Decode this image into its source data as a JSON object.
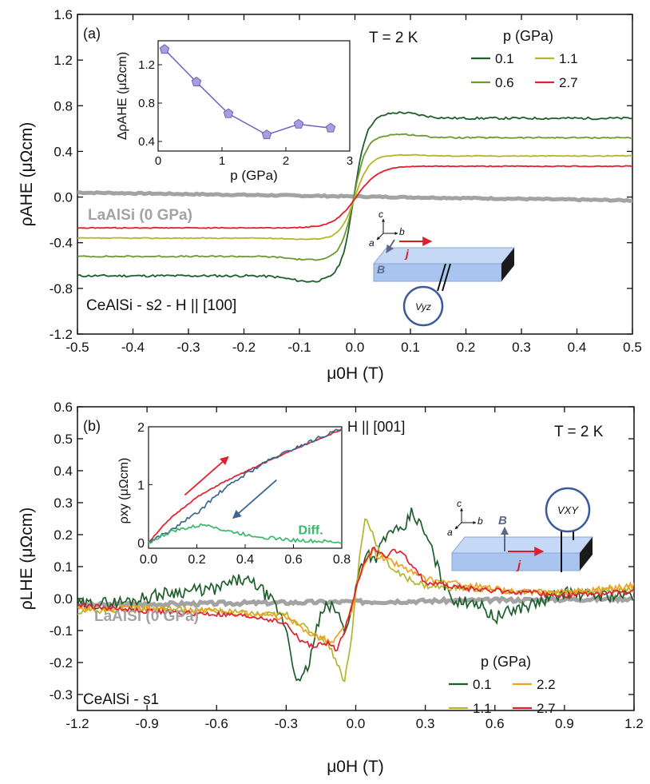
{
  "chart_data": [
    {
      "type": "line",
      "panel_label": "(a)",
      "xlabel": "μ0H (T)",
      "ylabel": "ρAHE (μΩcm)",
      "xlim": [
        -0.5,
        0.5
      ],
      "ylim": [
        -1.2,
        1.6
      ],
      "xticks": [
        "-0.5",
        "-0.4",
        "-0.3",
        "-0.2",
        "-0.1",
        "0.0",
        "0.1",
        "0.2",
        "0.3",
        "0.4",
        "0.5"
      ],
      "yticks": [
        "-1.2",
        "-0.8",
        "-0.4",
        "0.0",
        "0.4",
        "0.8",
        "1.2",
        "1.6"
      ],
      "temperature": "T = 2 K",
      "legend_title": "p (GPa)",
      "legend_position": "top-right",
      "reference_label": "LaAlSi (0 GPa)",
      "sample_label": "CeAlSi - s2 - H || [100]",
      "colors": {
        "p0.1": "#1e5e2b",
        "p0.6": "#6c9a2e",
        "p1.1": "#b5b52a",
        "p2.7": "#e0202f",
        "ref": "#a3a3a3"
      },
      "series": [
        {
          "name": "0.1",
          "color": "#1e5e2b",
          "plateau": 0.69,
          "edge": 0.72,
          "width": 0.022,
          "offset": -0.002,
          "overshoot": 0.05,
          "noise": 0.02
        },
        {
          "name": "0.6",
          "color": "#6c9a2e",
          "plateau": 0.52,
          "edge": 0.55,
          "width": 0.022,
          "offset": -0.002,
          "overshoot": 0.03,
          "noise": 0.012
        },
        {
          "name": "1.1",
          "color": "#b5b52a",
          "plateau": 0.36,
          "edge": 0.36,
          "width": 0.026,
          "offset": 0.0,
          "overshoot": 0.01,
          "noise": 0.008
        },
        {
          "name": "2.7",
          "color": "#e0202f",
          "plateau": 0.27,
          "edge": 0.27,
          "width": 0.04,
          "offset": 0.002,
          "overshoot": 0.0,
          "noise": 0.008
        },
        {
          "name": "LaAlSi (0 GPa)",
          "color": "#a3a3a3",
          "x": [
            -0.5,
            0.5
          ],
          "y": [
            0.04,
            -0.03
          ]
        }
      ],
      "inset": {
        "xlabel": "p (GPa)",
        "ylabel": "ΔρAHE (μΩcm)",
        "xlim": [
          0,
          3
        ],
        "ylim": [
          0.3,
          1.45
        ],
        "xticks": [
          "0",
          "1",
          "2",
          "3"
        ],
        "yticks": [
          "0.4",
          "0.8",
          "1.2"
        ],
        "color": "#7060c0",
        "marker_fill": "#a79fdc",
        "x": [
          0.1,
          0.6,
          1.1,
          1.7,
          2.2,
          2.7
        ],
        "y": [
          1.36,
          1.02,
          0.69,
          0.47,
          0.58,
          0.54
        ]
      },
      "schematic": {
        "axis_c": "c",
        "axis_b": "b",
        "axis_a": "a",
        "vector_j": "j",
        "vector_b": "B",
        "meter": "Vyz"
      }
    },
    {
      "type": "line",
      "panel_label": "(b)",
      "xlabel": "μ0H (T)",
      "ylabel": "ρLHE (μΩcm)",
      "xlim": [
        -1.2,
        1.2
      ],
      "ylim": [
        -0.35,
        0.6
      ],
      "xticks": [
        "-1.2",
        "-0.9",
        "-0.6",
        "-0.3",
        "0.0",
        "0.3",
        "0.6",
        "0.9",
        "1.2"
      ],
      "yticks": [
        "-0.3",
        "-0.2",
        "-0.1",
        "0.0",
        "0.1",
        "0.2",
        "0.3",
        "0.4",
        "0.5",
        "0.6"
      ],
      "temperature": "T = 2 K",
      "field_direction": "H || [001]",
      "legend_title": "p (GPa)",
      "legend_position": "bottom-right",
      "reference_label": "LaAlSi (0 GPa)",
      "sample_label": "CeAlSi - s1",
      "series": [
        {
          "name": "0.1",
          "color": "#1e5e2b",
          "x": [
            -1.2,
            -1.0,
            -0.8,
            -0.6,
            -0.5,
            -0.42,
            -0.35,
            -0.3,
            -0.27,
            -0.24,
            -0.2,
            -0.16,
            -0.12,
            -0.08,
            -0.05,
            -0.02,
            0.0,
            0.02,
            0.05,
            0.08,
            0.12,
            0.16,
            0.2,
            0.24,
            0.27,
            0.3,
            0.33,
            0.36,
            0.4,
            0.45,
            0.5,
            0.6,
            0.7,
            0.8,
            0.9,
            1.0,
            1.1,
            1.2
          ],
          "y": [
            -0.02,
            -0.01,
            0.02,
            0.03,
            0.06,
            0.04,
            -0.02,
            -0.09,
            -0.21,
            -0.27,
            -0.2,
            -0.07,
            -0.02,
            -0.04,
            -0.1,
            -0.04,
            0.03,
            0.1,
            0.15,
            0.12,
            0.18,
            0.22,
            0.2,
            0.27,
            0.24,
            0.2,
            0.15,
            0.08,
            0.02,
            -0.02,
            0.0,
            -0.06,
            -0.03,
            -0.01,
            0.02,
            0.01,
            0.01,
            0.01
          ],
          "noise": 0.02
        },
        {
          "name": "1.1",
          "color": "#b5b52a",
          "x": [
            -1.2,
            -0.9,
            -0.6,
            -0.4,
            -0.3,
            -0.2,
            -0.12,
            -0.08,
            -0.05,
            -0.02,
            0.0,
            0.02,
            0.04,
            0.06,
            0.1,
            0.15,
            0.2,
            0.3,
            0.5,
            0.7,
            0.9,
            1.2
          ],
          "y": [
            -0.04,
            -0.03,
            -0.04,
            -0.05,
            -0.05,
            -0.1,
            -0.14,
            -0.2,
            -0.26,
            -0.14,
            0.02,
            0.15,
            0.25,
            0.23,
            0.15,
            0.1,
            0.07,
            0.04,
            0.03,
            0.02,
            0.02,
            0.03
          ],
          "noise": 0.01
        },
        {
          "name": "2.2",
          "color": "#f0a020",
          "x": [
            -1.2,
            -0.9,
            -0.6,
            -0.4,
            -0.3,
            -0.22,
            -0.15,
            -0.1,
            -0.06,
            -0.02,
            0.0,
            0.02,
            0.05,
            0.08,
            0.1,
            0.14,
            0.2,
            0.3,
            0.5,
            0.7,
            0.9,
            1.2
          ],
          "y": [
            -0.03,
            -0.03,
            -0.04,
            -0.05,
            -0.06,
            -0.1,
            -0.12,
            -0.14,
            -0.1,
            -0.05,
            0.02,
            0.07,
            0.13,
            0.15,
            0.13,
            0.12,
            0.1,
            0.06,
            0.04,
            0.02,
            0.02,
            0.04
          ],
          "noise": 0.01
        },
        {
          "name": "2.7",
          "color": "#e0202f",
          "x": [
            -1.2,
            -0.9,
            -0.6,
            -0.4,
            -0.3,
            -0.24,
            -0.18,
            -0.12,
            -0.08,
            -0.04,
            -0.02,
            0.0,
            0.02,
            0.05,
            0.08,
            0.12,
            0.16,
            0.2,
            0.25,
            0.3,
            0.5,
            0.7,
            0.9,
            1.2
          ],
          "y": [
            -0.02,
            -0.04,
            -0.05,
            -0.06,
            -0.08,
            -0.13,
            -0.15,
            -0.14,
            -0.16,
            -0.08,
            -0.02,
            0.03,
            0.08,
            0.13,
            0.16,
            0.13,
            0.15,
            0.14,
            0.1,
            0.05,
            0.03,
            0.02,
            0.01,
            0.02
          ],
          "noise": 0.008
        },
        {
          "name": "LaAlSi (0 GPa)",
          "color": "#a3a3a3",
          "x": [
            -1.2,
            1.2
          ],
          "y": [
            -0.02,
            0.0
          ]
        }
      ],
      "inset": {
        "ylabel": "ρxy (μΩcm)",
        "xlim": [
          0,
          0.8
        ],
        "ylim": [
          -0.1,
          2.0
        ],
        "xticks": [
          "0.0",
          "0.2",
          "0.4",
          "0.6",
          "0.8"
        ],
        "yticks": [
          "0",
          "1",
          "2"
        ],
        "diff_label": "Diff.",
        "series": [
          {
            "color": "#e0202f",
            "x": [
              0,
              0.05,
              0.1,
              0.15,
              0.2,
              0.3,
              0.4,
              0.5,
              0.6,
              0.7,
              0.8
            ],
            "y": [
              0.0,
              0.24,
              0.45,
              0.62,
              0.78,
              1.02,
              1.22,
              1.42,
              1.6,
              1.78,
              1.95
            ]
          },
          {
            "color": "#3a6890",
            "x": [
              0,
              0.05,
              0.1,
              0.15,
              0.2,
              0.25,
              0.3,
              0.4,
              0.5,
              0.6,
              0.7,
              0.8
            ],
            "y": [
              0.0,
              0.12,
              0.22,
              0.38,
              0.5,
              0.7,
              0.88,
              1.18,
              1.42,
              1.62,
              1.8,
              1.97
            ]
          },
          {
            "color": "#3cb86a",
            "x": [
              0,
              0.05,
              0.1,
              0.15,
              0.2,
              0.25,
              0.3,
              0.4,
              0.5,
              0.6,
              0.7,
              0.8
            ],
            "y": [
              0.0,
              0.1,
              0.2,
              0.24,
              0.28,
              0.32,
              0.22,
              0.14,
              0.08,
              0.04,
              0.02,
              0.0
            ]
          }
        ]
      },
      "schematic": {
        "axis_c": "c",
        "axis_b": "b",
        "axis_a": "a",
        "vector_j": "j",
        "vector_b": "B",
        "meter": "VXY"
      }
    }
  ]
}
